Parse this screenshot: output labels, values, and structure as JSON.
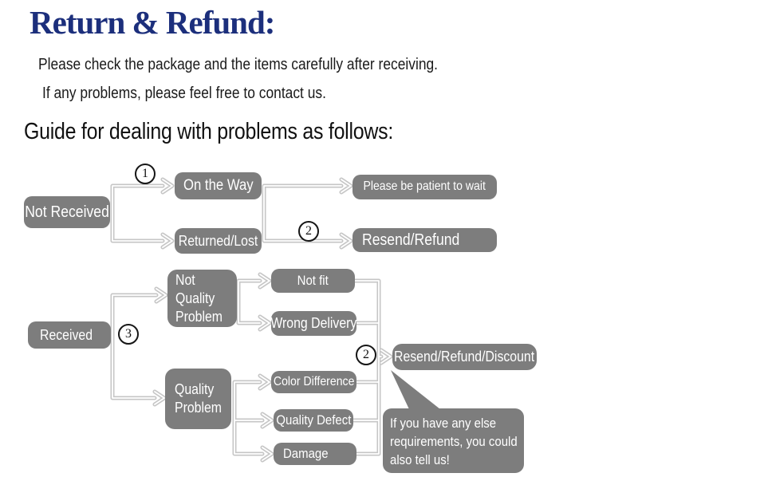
{
  "header": {
    "title": "Return & Refund:"
  },
  "intro": {
    "line1": "Please check the package and the items carefully after receiving.",
    "line2": "If any problems, please feel free to contact us."
  },
  "guide_heading": "Guide for dealing with problems as follows:",
  "colors": {
    "title": "#1c2f7c",
    "node_bg": "#7d7d7d",
    "node_text": "#ffffff",
    "connector": "#c6c6c6",
    "marker": "#161616"
  },
  "markers": {
    "m1": "1",
    "m2": "2",
    "m3": "3",
    "m4": "2"
  },
  "nodes": {
    "not_received": "Not Received",
    "on_the_way": "On the Way",
    "returned_lost": "Returned/Lost",
    "please_wait": "Please be patient to wait",
    "resend_refund": "Resend/Refund",
    "received": "Received",
    "not_quality_problem": "Not Quality Problem",
    "not_fit": "Not fit",
    "wrong_delivery": "Wrong Delivery",
    "quality_problem": "Quality Problem",
    "color_difference": "Color Difference",
    "quality_defect": "Quality Defect",
    "damage": "Damage",
    "resend_refund_discount": "Resend/Refund/Discount"
  },
  "bubble": {
    "lines": [
      "If you have any else",
      "requirements, you could",
      "also tell us!"
    ]
  }
}
